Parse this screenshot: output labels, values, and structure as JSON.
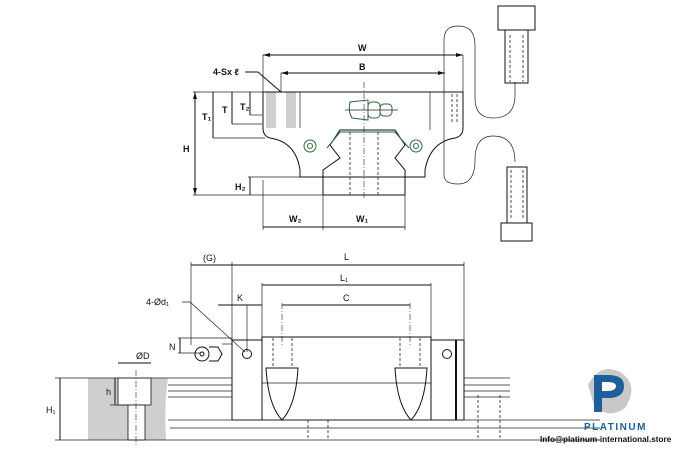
{
  "front_view": {
    "labels": {
      "W": "W",
      "B": "B",
      "screw": "4-Sx ℓ",
      "T1": "T₁",
      "T": "T",
      "T2": "T₂",
      "H": "H",
      "H2": "H₂",
      "W2": "W₂",
      "W1": "W₁"
    }
  },
  "side_view": {
    "labels": {
      "G": "(G)",
      "L": "L",
      "L1": "L₁",
      "C": "C",
      "K": "K",
      "d1": "4-Ød₁",
      "N": "N",
      "D": "ØD",
      "h": "h",
      "H1": "H₁"
    }
  },
  "brand": {
    "name": "PLATINUM",
    "email": "Info@platinum-international.store",
    "colors": {
      "primary": "#1d5f9a",
      "secondary": "#c8c8c8"
    }
  }
}
